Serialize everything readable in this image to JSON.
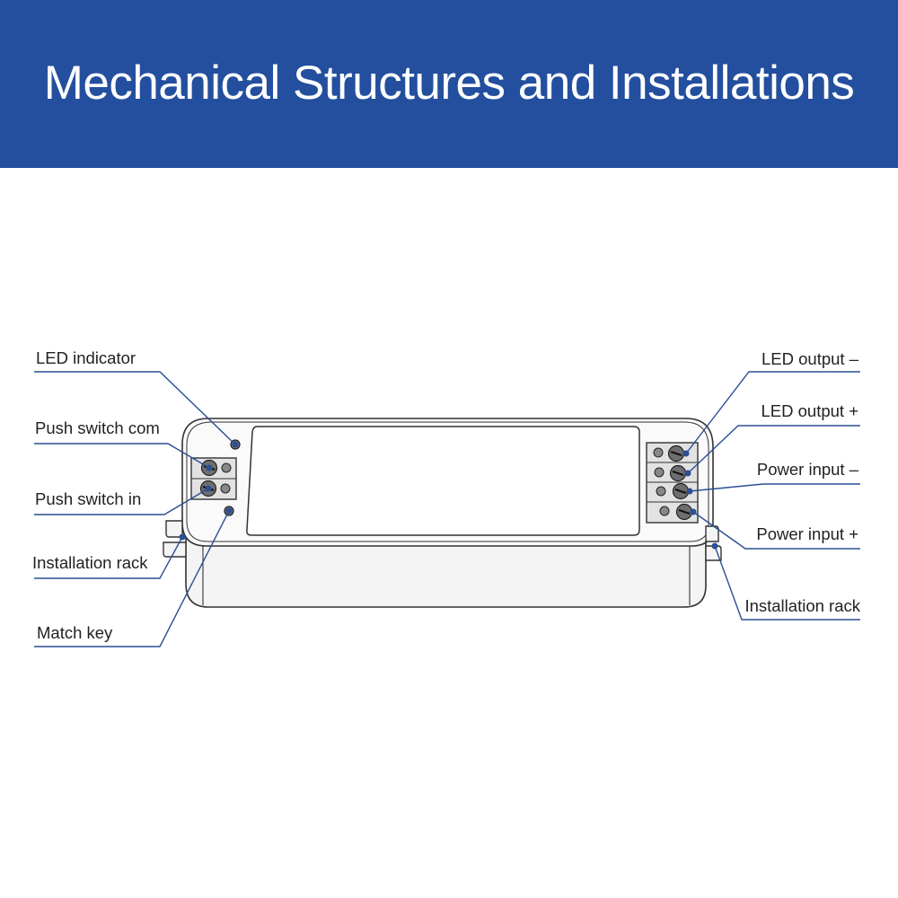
{
  "header": {
    "title": "Mechanical Structures and Installations",
    "background": "#234f9e"
  },
  "diagram": {
    "leader_color": "#2a4f94",
    "labels_left": {
      "led_indicator": "LED indicator",
      "push_switch_com": "Push switch com",
      "push_switch_in": "Push switch in",
      "installation_rack": "Installation rack",
      "match_key": "Match key"
    },
    "labels_right": {
      "led_output_minus": "LED output –",
      "led_output_plus": "LED output +",
      "power_input_minus": "Power input –",
      "power_input_plus": "Power input +",
      "installation_rack": "Installation rack"
    }
  }
}
